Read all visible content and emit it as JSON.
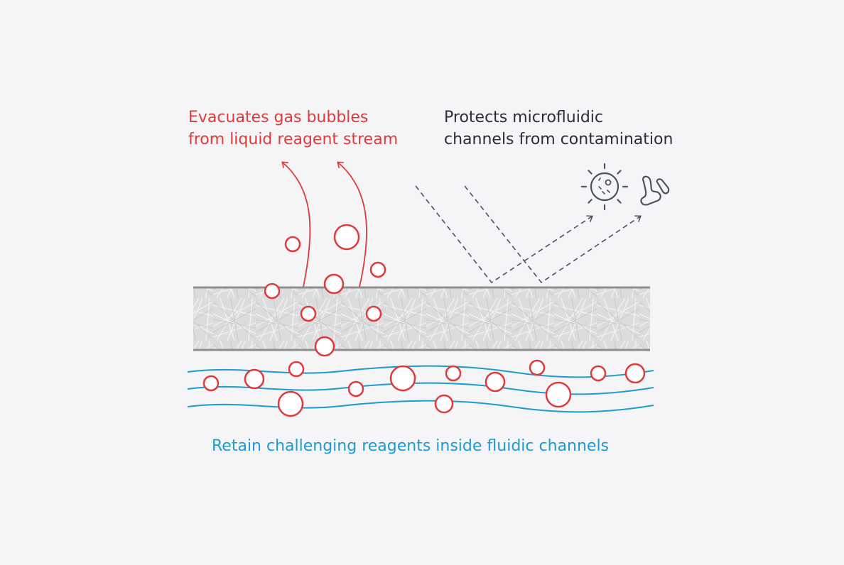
{
  "colors": {
    "background": "#f5f5f7",
    "bubble_accent": "#e03a3a",
    "contamination_text": "#2b2f33",
    "fluid_accent": "#1e9bd0",
    "dashed_path": "#4a5560",
    "membrane_fill": "#d9d9db",
    "membrane_edge": "#8e8e90"
  },
  "labels": {
    "gas": {
      "line1": "Evacuates gas bubbles",
      "line2": "from liquid reagent stream"
    },
    "protect": {
      "line1": "Protects microfluidic",
      "line2": "channels from contamination"
    },
    "retain": "Retain challenging reagents inside fluidic channels"
  },
  "icons": [
    "microbe-icon",
    "bacterium-icon"
  ]
}
